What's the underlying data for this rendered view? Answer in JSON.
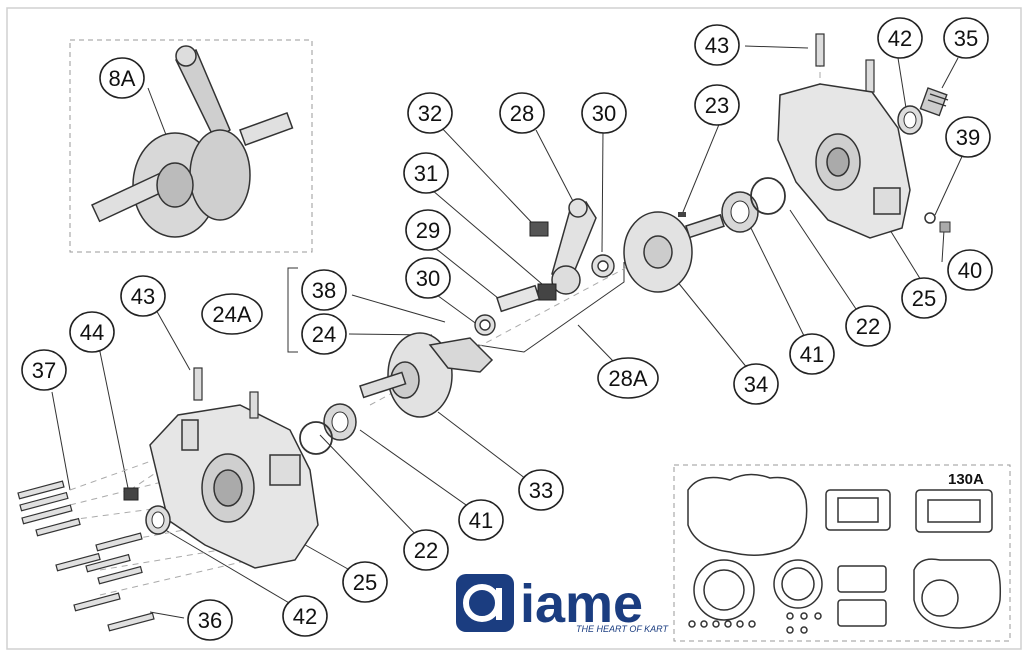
{
  "labels": {
    "l_8A": "8A",
    "l_43_top": "43",
    "l_42_top": "42",
    "l_35": "35",
    "l_32": "32",
    "l_28": "28",
    "l_30_top": "30",
    "l_23": "23",
    "l_39": "39",
    "l_31": "31",
    "l_29": "29",
    "l_30_mid": "30",
    "l_38": "38",
    "l_24A": "24A",
    "l_24": "24",
    "l_43_left": "43",
    "l_44": "44",
    "l_37": "37",
    "l_40": "40",
    "l_25_right": "25",
    "l_22_right": "22",
    "l_41_right": "41",
    "l_34": "34",
    "l_28A": "28A",
    "l_33": "33",
    "l_41_low": "41",
    "l_22_low": "22",
    "l_25_low": "25",
    "l_42_low": "42",
    "l_36": "36",
    "l_130A": "130A"
  },
  "logo": {
    "brand": "iame",
    "tagline": "THE HEART OF KART",
    "color": "#1b3d80"
  }
}
